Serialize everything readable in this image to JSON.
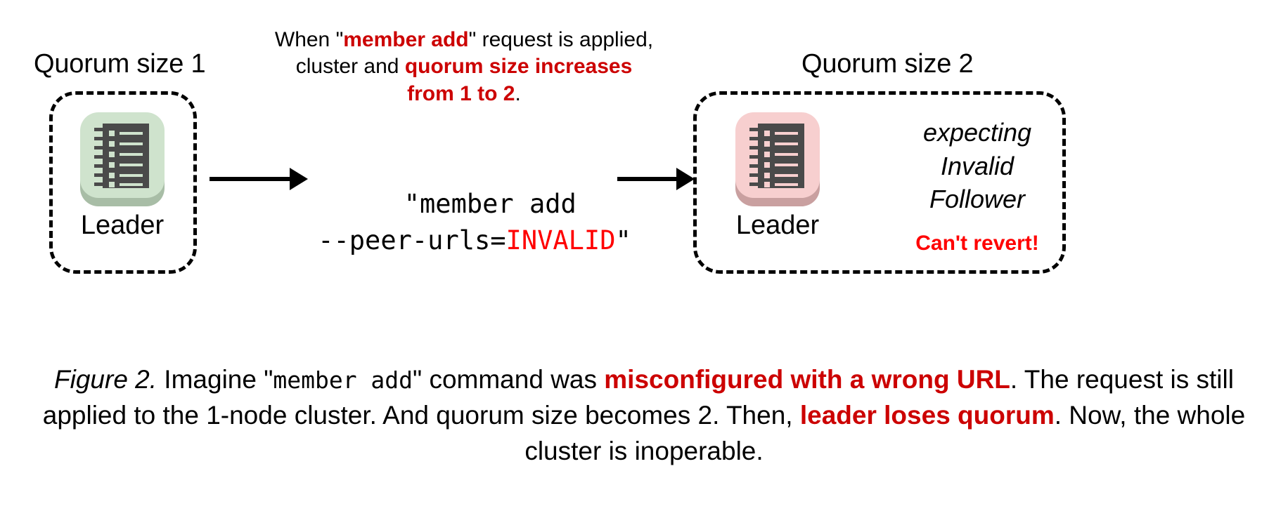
{
  "figure": {
    "number_label": "Figure 2.",
    "caption_parts": {
      "p1": " Imagine \"",
      "code1": "member add",
      "p2": "\" command was ",
      "red1": "misconfigured with a wrong URL",
      "p3": ". The request is still applied to the 1-node cluster. And quorum size becomes 2. Then, ",
      "red2": "leader loses quorum",
      "p4": ". Now, the whole cluster is inoperable."
    }
  },
  "colors": {
    "red_dark": "#cc0000",
    "red_bright": "#ff0000",
    "green_tile": "#cfe3cd",
    "green_shadow": "#a8bda6",
    "pink_tile": "#f7cfcf",
    "pink_shadow": "#c9a0a0",
    "icon_body": "#4a4a4a",
    "box_stroke": "#000000",
    "text": "#000000"
  },
  "left_cluster": {
    "title": "Quorum size 1",
    "node": {
      "label": "Leader",
      "icon": "server-ledger-icon",
      "tile_color": "#cfe3cd"
    }
  },
  "right_cluster": {
    "title": "Quorum size 2",
    "node": {
      "label": "Leader",
      "icon": "server-ledger-icon",
      "tile_color": "#f7cfcf"
    },
    "annotation": {
      "line1": "expecting",
      "line2": "Invalid",
      "line3": "Follower",
      "warning": "Can't revert!"
    }
  },
  "center": {
    "note": {
      "l1_a": "When \"",
      "l1_red": "member add",
      "l1_b": "\" request is applied,",
      "l2_a": "cluster and ",
      "l2_red": "quorum size increases",
      "l3_red": "from 1 to 2",
      "l3_b": "."
    },
    "command": {
      "line1": "\"member add",
      "line2_a": "--peer-urls=",
      "line2_red": "INVALID",
      "line2_b": "\""
    },
    "arrow_left": "arrow-right-icon",
    "arrow_right": "arrow-right-icon"
  }
}
